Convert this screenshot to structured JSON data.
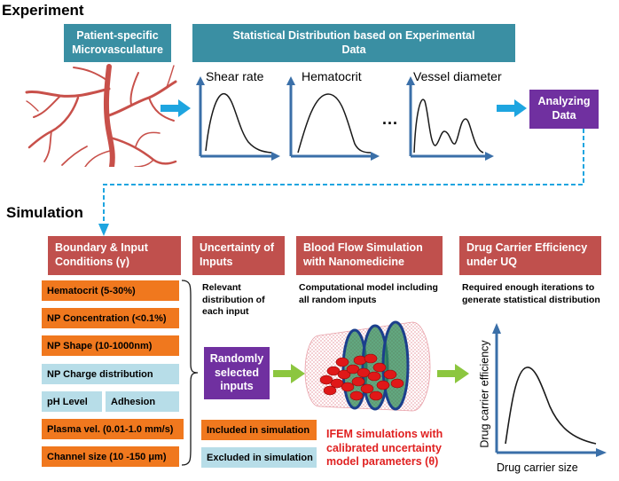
{
  "experiment": {
    "title": "Experiment",
    "microvasculature_label": "Patient-specific Microvasculature",
    "stats_label": "Statistical Distribution based on Experimental Data",
    "graphs": [
      "Shear rate",
      "Hematocrit",
      "Vessel diameter"
    ],
    "ellipsis": "...",
    "analyzing_label": "Analyzing Data"
  },
  "simulation": {
    "title": "Simulation",
    "boundary_header": "Boundary & Input Conditions (γ)",
    "uncertainty_header": "Uncertainty of Inputs",
    "bloodflow_header": "Blood Flow Simulation with Nanomedicine",
    "drug_header": "Drug Carrier Efficiency under UQ",
    "inputs": [
      {
        "label": "Hematocrit (5-30%)",
        "type": "included"
      },
      {
        "label": "NP Concentration (<0.1%)",
        "type": "included"
      },
      {
        "label": "NP Shape (10-1000nm)",
        "type": "included"
      },
      {
        "label": "NP Charge distribution",
        "type": "excluded"
      },
      {
        "label": "pH Level",
        "type": "excluded"
      },
      {
        "label": "Adhesion",
        "type": "excluded"
      },
      {
        "label": "Plasma vel. (0.01-1.0 mm/s)",
        "type": "included"
      },
      {
        "label": "Channel size (10 -150 μm)",
        "type": "included"
      }
    ],
    "uncertainty_desc": "Relevant distribution of each input",
    "randomly_selected": "Randomly selected inputs",
    "bloodflow_desc": "Computational model including all random inputs",
    "drug_desc": "Required enough iterations to generate statistical distribution",
    "legend_included": "Included in simulation",
    "legend_excluded": "Excluded in simulation",
    "ifem_note": "IFEM simulations with calibrated uncertainty model parameters (θ)",
    "result_ylabel": "Drug carrier efficiency",
    "result_xlabel": "Drug carrier size"
  },
  "colors": {
    "teal": "#3a8fa3",
    "red_header": "#c0504d",
    "purple": "#7030a0",
    "orange": "#f0781e",
    "light_blue": "#b7dde8",
    "arrow_blue": "#1ea5e0",
    "arrow_green": "#8cc63f",
    "axis_blue": "#3a6fa8"
  }
}
